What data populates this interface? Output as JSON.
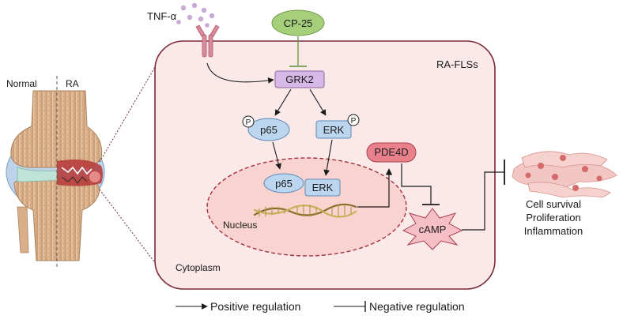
{
  "joint": {
    "normal_label": "Normal",
    "ra_label": "RA"
  },
  "stimulus": {
    "tnf_label": "TNF-α",
    "cp25_label": "CP-25"
  },
  "cell": {
    "label": "RA-FLSs",
    "cytoplasm_label": "Cytoplasm",
    "nucleus_label": "Nucleus"
  },
  "proteins": {
    "grk2": "GRK2",
    "p65": "p65",
    "erk": "ERK",
    "p65_nuclear": "p65",
    "erk_nuclear": "ERK",
    "phospho_p65": "P",
    "phospho_erk": "P",
    "pde4d": "PDE4D",
    "camp": "cAMP"
  },
  "outcomes": {
    "line1": "Cell survival",
    "line2": "Proliferation",
    "line3": "Inflammation"
  },
  "legend": {
    "positive": "Positive regulation",
    "negative": "Negative regulation"
  },
  "colors": {
    "cell_fill": "#fbe9ea",
    "cell_border": "#7a2a36",
    "nucleus_fill": "#f9d3cf",
    "nucleus_border": "#a3323c",
    "grk2_fill": "#d8b8e6",
    "protein_blue": "#bcd6ef",
    "pde4d_fill": "#e9818d",
    "camp_fill": "#f6bfc7",
    "cp25_fill": "#a6cf7c",
    "receptor": "#d98a9a"
  }
}
